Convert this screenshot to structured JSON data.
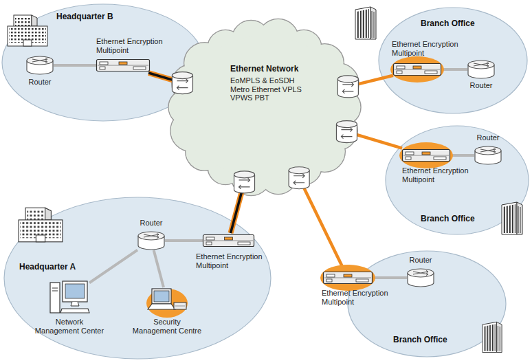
{
  "diagram": {
    "nodes": [
      {
        "text": [
          "Headquarter B"
        ]
      },
      {
        "text": [
          "Router"
        ],
        "in": 0
      },
      {
        "text": [
          "Ethernet Encryption Multipoint"
        ],
        "in": 0
      },
      {
        "text": [
          "Ethernet Network",
          "EoMPLS & EoSDH Metro Ethernet VPLS VPWS PBT"
        ]
      },
      {
        "text": [
          "Branch Office"
        ]
      },
      {
        "text": [
          "Ethernet Encryption Multipoint"
        ],
        "in": 4
      },
      {
        "text": [
          "Router"
        ],
        "in": 4
      },
      {
        "text": [
          "Branch Office"
        ]
      },
      {
        "text": [
          "Router"
        ],
        "in": 7
      },
      {
        "text": [
          "Ethernet Encryption Multipoint"
        ],
        "in": 7
      },
      {
        "text": [
          "Headquarter A"
        ]
      },
      {
        "text": [
          "Router"
        ],
        "in": 10
      },
      {
        "text": [
          "Ethernet Encryption Multipoint"
        ],
        "in": 10
      },
      {
        "text": [
          "Network Management Center"
        ],
        "in": 10
      },
      {
        "text": [
          "Security Management Centre"
        ],
        "in": 10
      },
      {
        "text": [
          "Branch Office"
        ]
      },
      {
        "text": [
          "Router"
        ],
        "in": 15
      },
      {
        "text": [
          "Ethernet Encryption Multipoint"
        ],
        "in": 15
      }
    ],
    "edges": [
      {
        "from": 1,
        "to": 2,
        "arrow": "none"
      },
      {
        "from": 2,
        "to": 3,
        "arrow": "none"
      },
      {
        "from": 5,
        "to": 3,
        "arrow": "none"
      },
      {
        "from": 5,
        "to": 6,
        "arrow": "none"
      },
      {
        "from": 9,
        "to": 3,
        "arrow": "none"
      },
      {
        "from": 9,
        "to": 8,
        "arrow": "none"
      },
      {
        "from": 12,
        "to": 3,
        "arrow": "none"
      },
      {
        "from": 11,
        "to": 12,
        "arrow": "none"
      },
      {
        "from": 13,
        "to": 11,
        "arrow": "none"
      },
      {
        "from": 14,
        "to": 11,
        "arrow": "none"
      },
      {
        "from": 17,
        "to": 3,
        "arrow": "none"
      },
      {
        "from": 17,
        "to": 16,
        "arrow": "none"
      }
    ]
  }
}
